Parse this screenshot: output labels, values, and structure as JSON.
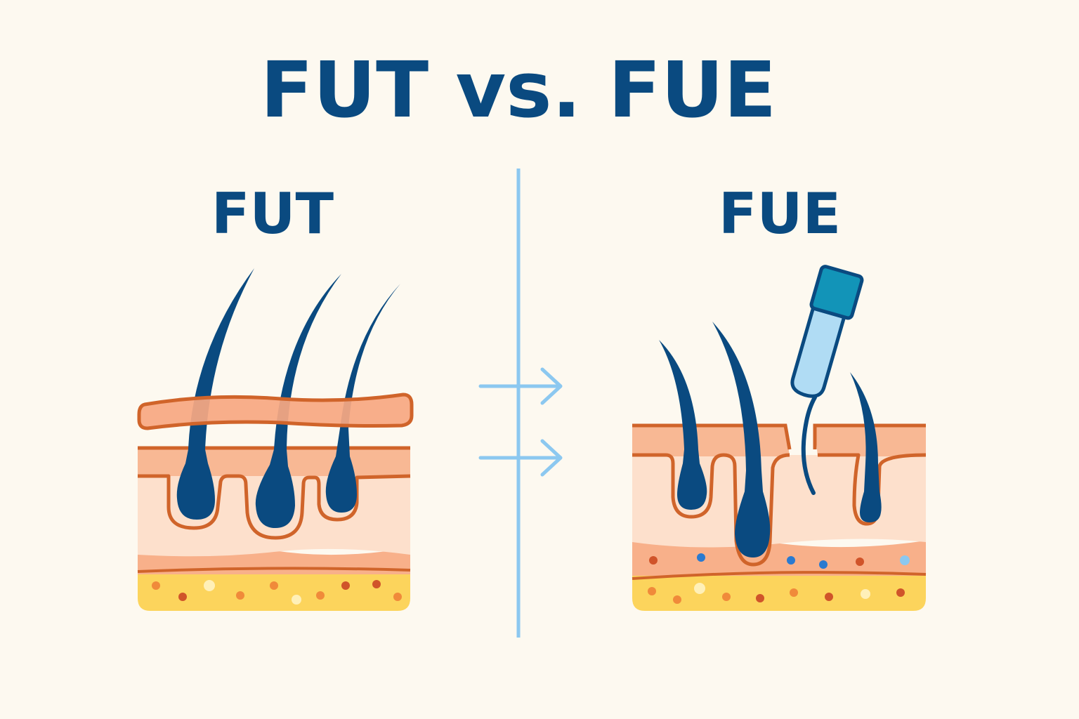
{
  "title": "FUT vs. FUE",
  "panels": {
    "left": {
      "label": "FUT"
    },
    "right": {
      "label": "FUE"
    }
  },
  "colors": {
    "background": "#fdf9f0",
    "title": "#0a4a80",
    "hair": "#0a4a80",
    "divider": "#8cc8f0",
    "epidermis": "#f8b894",
    "dermis": "#fde0cc",
    "outline": "#d0642a",
    "fat": "#fcd45c",
    "punch_tool_cap": "#1294b8",
    "punch_tool_body": "#b0dcf4"
  },
  "icons": {
    "arrows": [
      "arrow-right-icon",
      "arrow-right-icon"
    ],
    "tool": "punch-tool-icon"
  }
}
